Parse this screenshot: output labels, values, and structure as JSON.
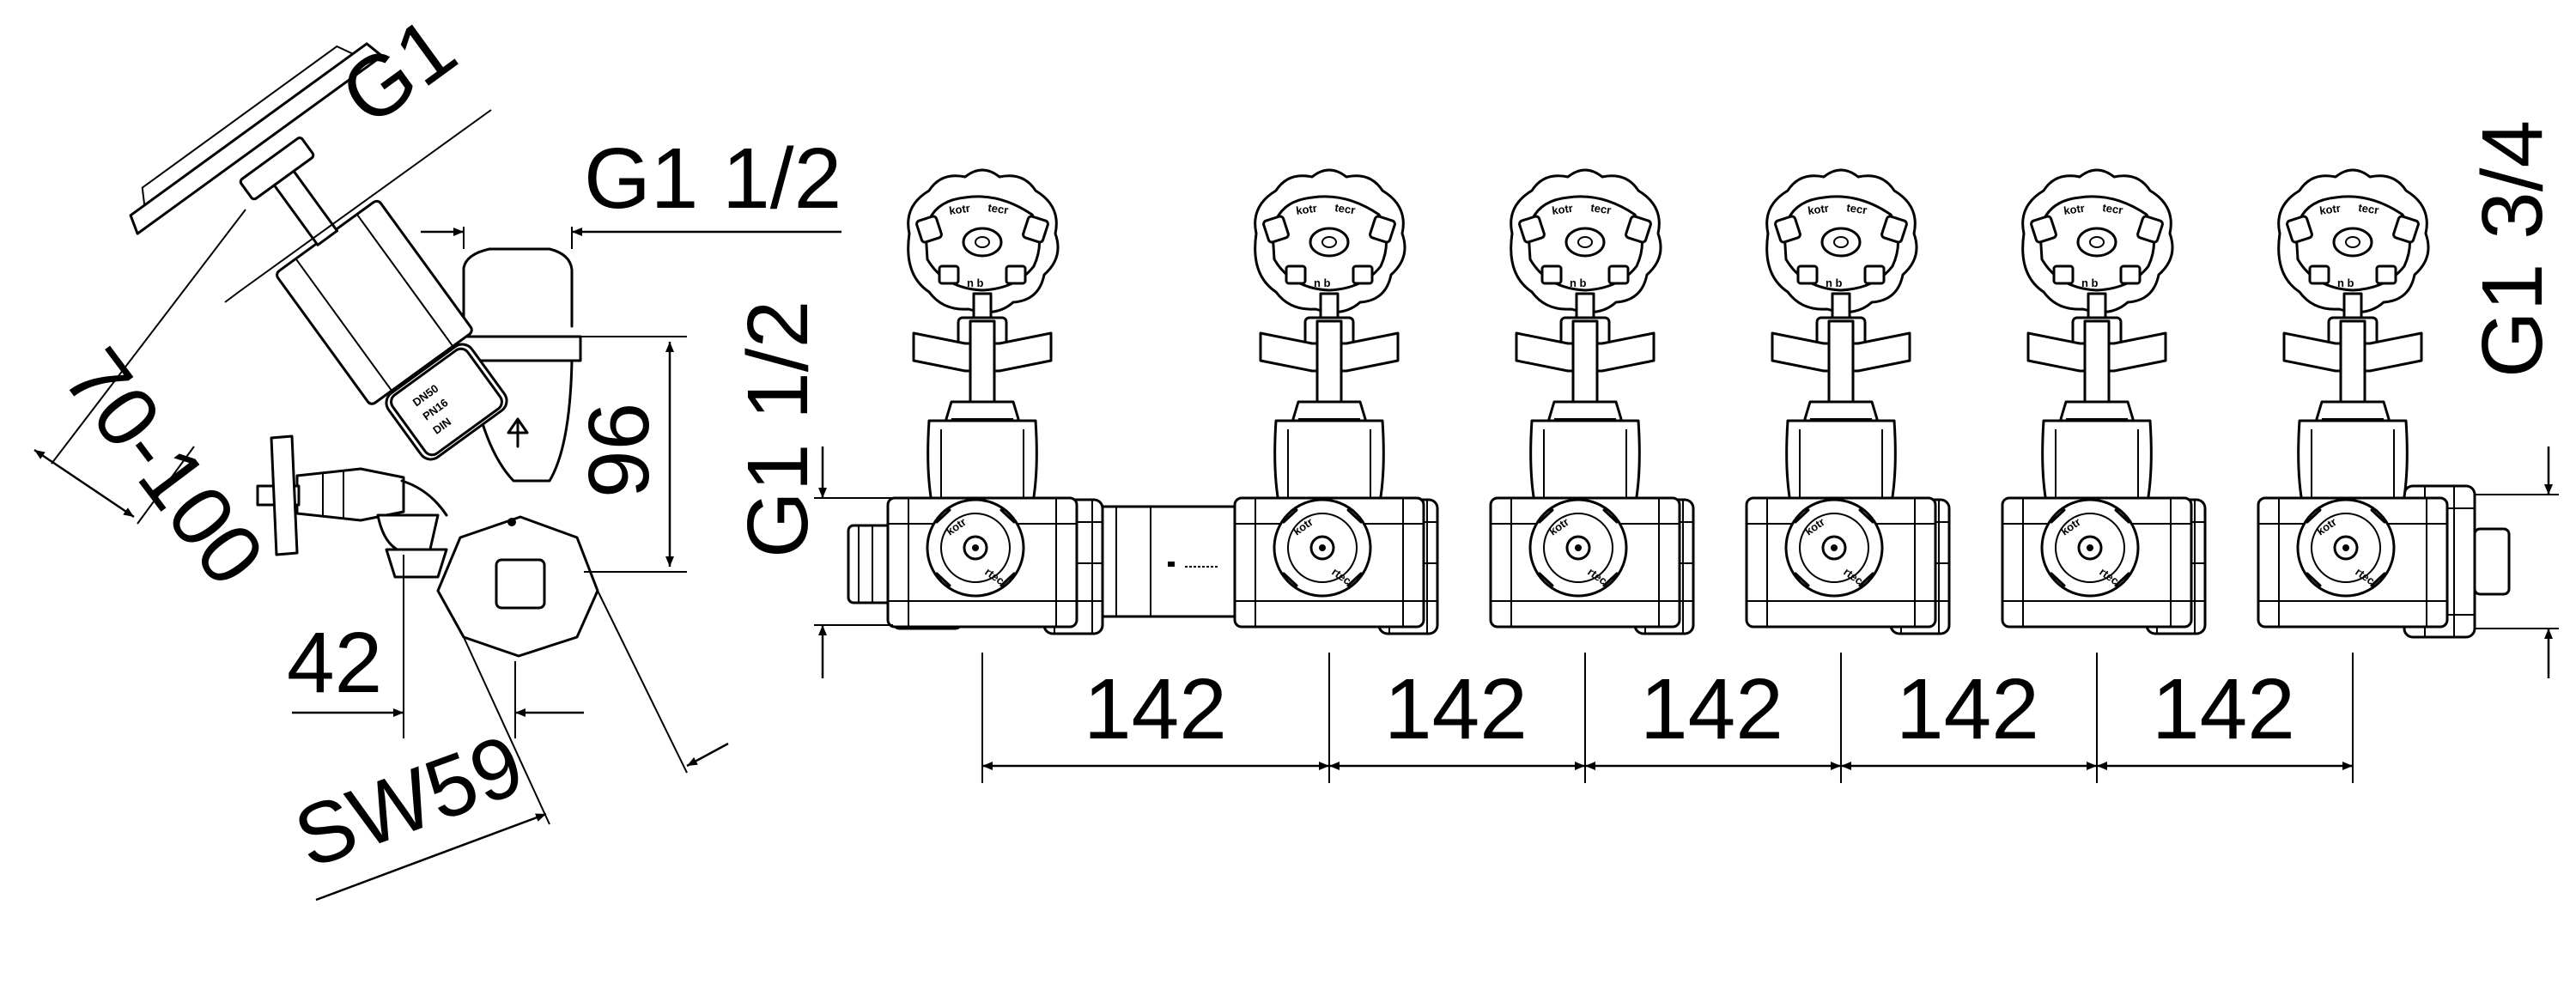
{
  "drawing": {
    "side_view": {
      "label_inlet_thread": "G1",
      "label_top_thread": "G1 1/2",
      "label_height": "96",
      "label_handle_reach": "70-100",
      "label_offset": "42",
      "label_wrench": "SW59",
      "valve_marking_lines": [
        "DN50",
        "PN16",
        "DIN"
      ]
    },
    "front_view": {
      "label_left_thread": "G1 1/2",
      "label_right_thread": "G1 3/4",
      "valve_count": 6,
      "spacing_labels": [
        "142",
        "142",
        "142",
        "142",
        "142"
      ]
    }
  }
}
